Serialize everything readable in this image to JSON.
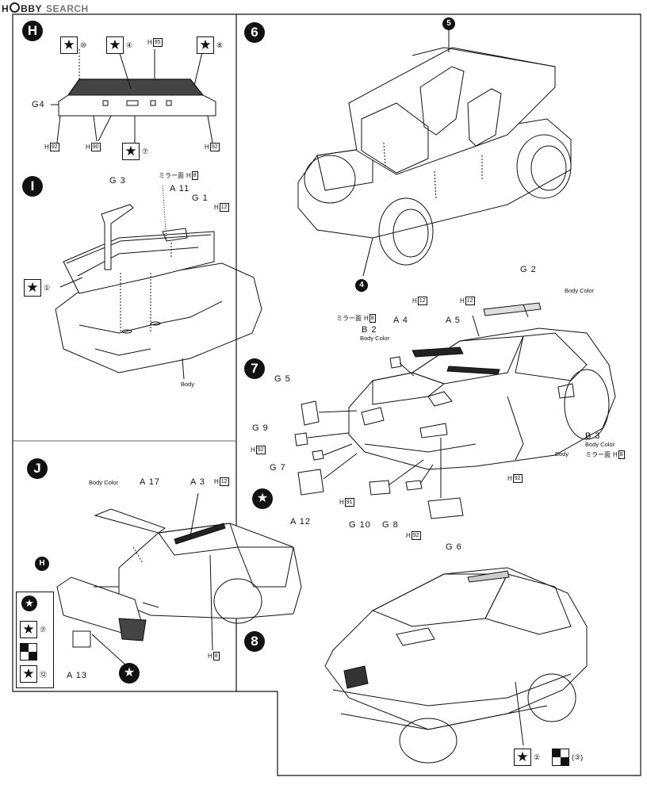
{
  "watermark": {
    "brand_first": "H",
    "brand_rest": "BBY",
    "search": "SEARCH"
  },
  "steps": {
    "h": "H",
    "i": "I",
    "j": "J",
    "six": "6",
    "seven": "7",
    "eight": "8",
    "ref_h": "H"
  },
  "section_h": {
    "badges": [
      {
        "num": "⑩"
      },
      {
        "num": "④"
      },
      {
        "num": "⑧"
      }
    ],
    "part_h95": "95",
    "part_g4": "G4",
    "part_h92_left": "92",
    "part_h90": "90",
    "badge_7": "⑦",
    "part_h92_right": "92",
    "h_letter": "H"
  },
  "section_i": {
    "g3": "G 3",
    "a11": "A 11",
    "mirror": "ミラー面",
    "h8": "8",
    "g1": "G 1",
    "h12": "12",
    "badge_1": "①",
    "body": "Body"
  },
  "section_6": {
    "callout_5": "5",
    "callout_4": "4"
  },
  "section_7": {
    "g2": "G 2",
    "body_color_g2": "Body Color",
    "h12_a4": "12",
    "h12_g2": "12",
    "mirror_b2": "ミラー面",
    "h8_b2": "8",
    "b2": "B 2",
    "body_color_b2": "Body Color",
    "a4": "A 4",
    "a5": "A 5",
    "g5": "G 5",
    "g9": "G 9",
    "h92_g9": "92",
    "g7": "G 7",
    "a12": "A 12",
    "h91": "91",
    "g10": "G 10",
    "g8": "G 8",
    "h92_g8": "92",
    "g6": "G 6",
    "h92_body": "92",
    "b3": "B 3",
    "body_color_b3": "Body Color",
    "mirror_b3": "ミラー面",
    "h8_b3": "8",
    "body": "Body"
  },
  "section_j": {
    "body_color": "Body Color",
    "a17": "A 17",
    "a3": "A 3",
    "h12": "12",
    "h8": "8",
    "a13": "A 13",
    "legend_7": "⑦",
    "legend_12": "⑫"
  },
  "section_8": {
    "badge_2": "②",
    "badge_3": "(③)"
  }
}
